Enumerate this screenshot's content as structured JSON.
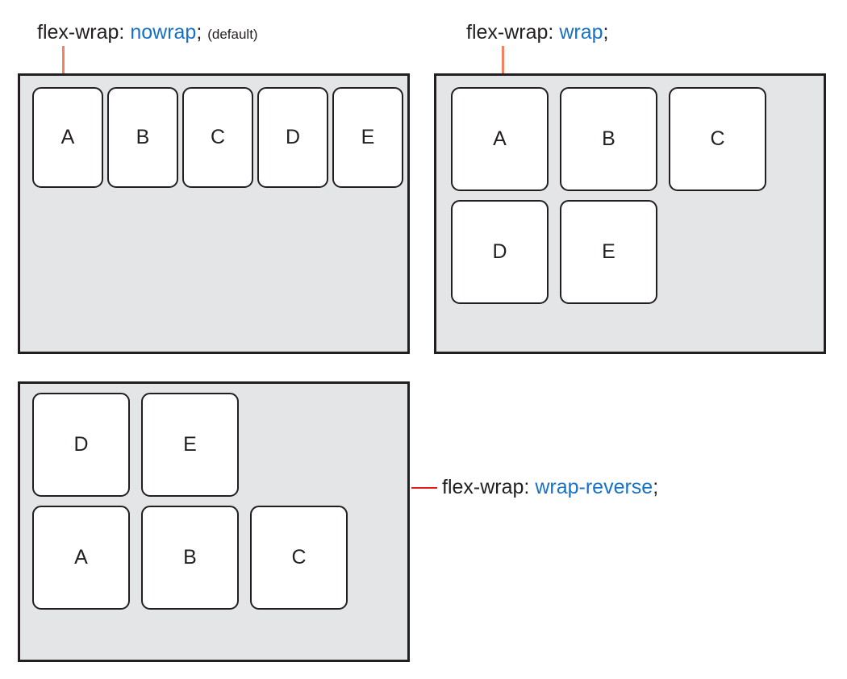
{
  "diagram": {
    "title": "CSS flex-wrap property illustration",
    "colors": {
      "keyword_blue": "#1572c6",
      "text_dark": "#231f20",
      "container_fill": "#e4e5e7",
      "container_border": "#231f20",
      "item_fill": "#ffffff",
      "item_border": "#231f20",
      "connector_orange": "#f4825f",
      "connector_red": "#e01b16"
    }
  },
  "panels": [
    {
      "id": "nowrap",
      "label": {
        "property": "flex-wrap:",
        "value": "nowrap",
        "semicolon": ";",
        "note": "(default)"
      },
      "connector": {
        "type": "vertical",
        "color": "#f4825f"
      },
      "items": [
        {
          "letter": "A"
        },
        {
          "letter": "B"
        },
        {
          "letter": "C"
        },
        {
          "letter": "D"
        },
        {
          "letter": "E"
        }
      ],
      "rows": 1
    },
    {
      "id": "wrap",
      "label": {
        "property": "flex-wrap:",
        "value": "wrap",
        "semicolon": ";",
        "note": ""
      },
      "connector": {
        "type": "vertical",
        "color": "#f4825f"
      },
      "items": [
        {
          "letter": "A"
        },
        {
          "letter": "B"
        },
        {
          "letter": "C"
        },
        {
          "letter": "D"
        },
        {
          "letter": "E"
        }
      ],
      "rows": 2
    },
    {
      "id": "wrap-reverse",
      "label": {
        "property": "flex-wrap:",
        "value": "wrap-reverse",
        "semicolon": ";",
        "note": ""
      },
      "connector": {
        "type": "horizontal",
        "color": "#e01b16"
      },
      "items": [
        {
          "letter": "A"
        },
        {
          "letter": "B"
        },
        {
          "letter": "C"
        },
        {
          "letter": "D"
        },
        {
          "letter": "E"
        }
      ],
      "rows": 2
    }
  ]
}
